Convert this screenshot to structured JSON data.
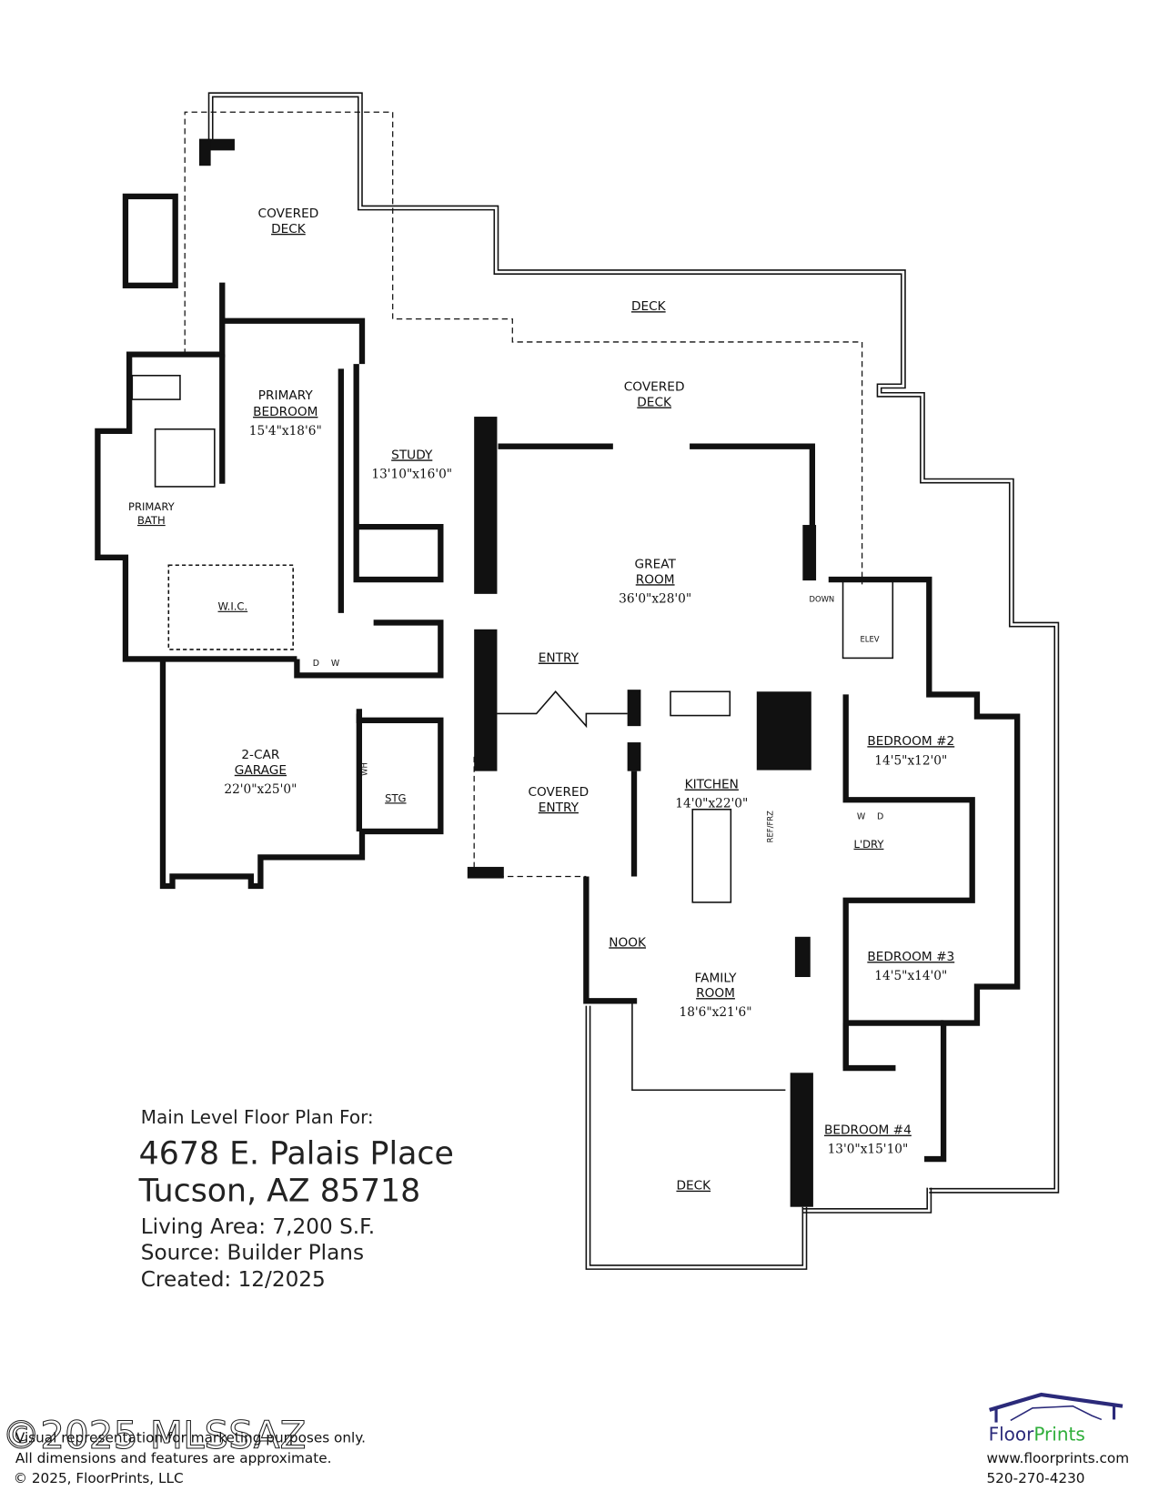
{
  "rooms": {
    "covered_deck_top": {
      "line1": "COVERED",
      "line2": "DECK"
    },
    "deck_top": {
      "name": "DECK"
    },
    "covered_deck_mid": {
      "line1": "COVERED",
      "line2": "DECK"
    },
    "primary_bedroom": {
      "line1": "PRIMARY",
      "line2": "BEDROOM",
      "dims": "15'4\"x18'6\""
    },
    "study": {
      "name": "STUDY",
      "dims": "13'10\"x16'0\""
    },
    "primary_bath": {
      "line1": "PRIMARY",
      "line2": "BATH"
    },
    "wic": {
      "name": "W.I.C."
    },
    "great_room": {
      "line1": "GREAT",
      "line2": "ROOM",
      "dims": "36'0\"x28'0\""
    },
    "down": {
      "name": "DOWN"
    },
    "elev": {
      "name": "ELEV"
    },
    "entry": {
      "name": "ENTRY"
    },
    "garage": {
      "line1": "2-CAR",
      "line2": "GARAGE",
      "dims": "22'0\"x25'0\""
    },
    "stg": {
      "name": "STG"
    },
    "wh": {
      "name": "WH"
    },
    "covered_entry": {
      "line1": "COVERED",
      "line2": "ENTRY"
    },
    "kitchen": {
      "name": "KITCHEN",
      "dims": "14'0\"x22'0\""
    },
    "ref_frz": {
      "name": "REF/FRZ"
    },
    "bedroom2": {
      "name": "BEDROOM #2",
      "dims": "14'5\"x12'0\""
    },
    "laundry": {
      "name": "L'DRY",
      "washer": "W",
      "dryer": "D"
    },
    "mudroom": {
      "dryer": "D",
      "washer": "W"
    },
    "bedroom3": {
      "name": "BEDROOM #3",
      "dims": "14'5\"x14'0\""
    },
    "nook": {
      "name": "NOOK"
    },
    "family_room": {
      "line1": "FAMILY",
      "line2": "ROOM",
      "dims": "18'6\"x21'6\""
    },
    "bedroom4": {
      "name": "BEDROOM #4",
      "dims": "13'0\"x15'10\""
    },
    "deck_bottom": {
      "name": "DECK"
    }
  },
  "info": {
    "heading": "Main Level Floor Plan For:",
    "address_line1": "4678 E. Palais Place",
    "address_line2": "Tucson, AZ  85718",
    "living_area": "Living Area:  7,200 S.F.",
    "source": "Source:  Builder Plans",
    "created": "Created:  12/2025"
  },
  "footer": {
    "disclaimer1": "Visual representation for marketing purposes only.",
    "disclaimer2": "All dimensions and features are approximate.",
    "copyright": "© 2025, FloorPrints, LLC",
    "watermark": "©2025 MLSSAZ"
  },
  "logo": {
    "brand_part1": "Floor",
    "brand_part2": "Prints",
    "website": "www.floorprints.com",
    "phone": "520-270-4230",
    "colors": {
      "navy": "#2b2a7a",
      "green": "#2fae3a"
    }
  }
}
